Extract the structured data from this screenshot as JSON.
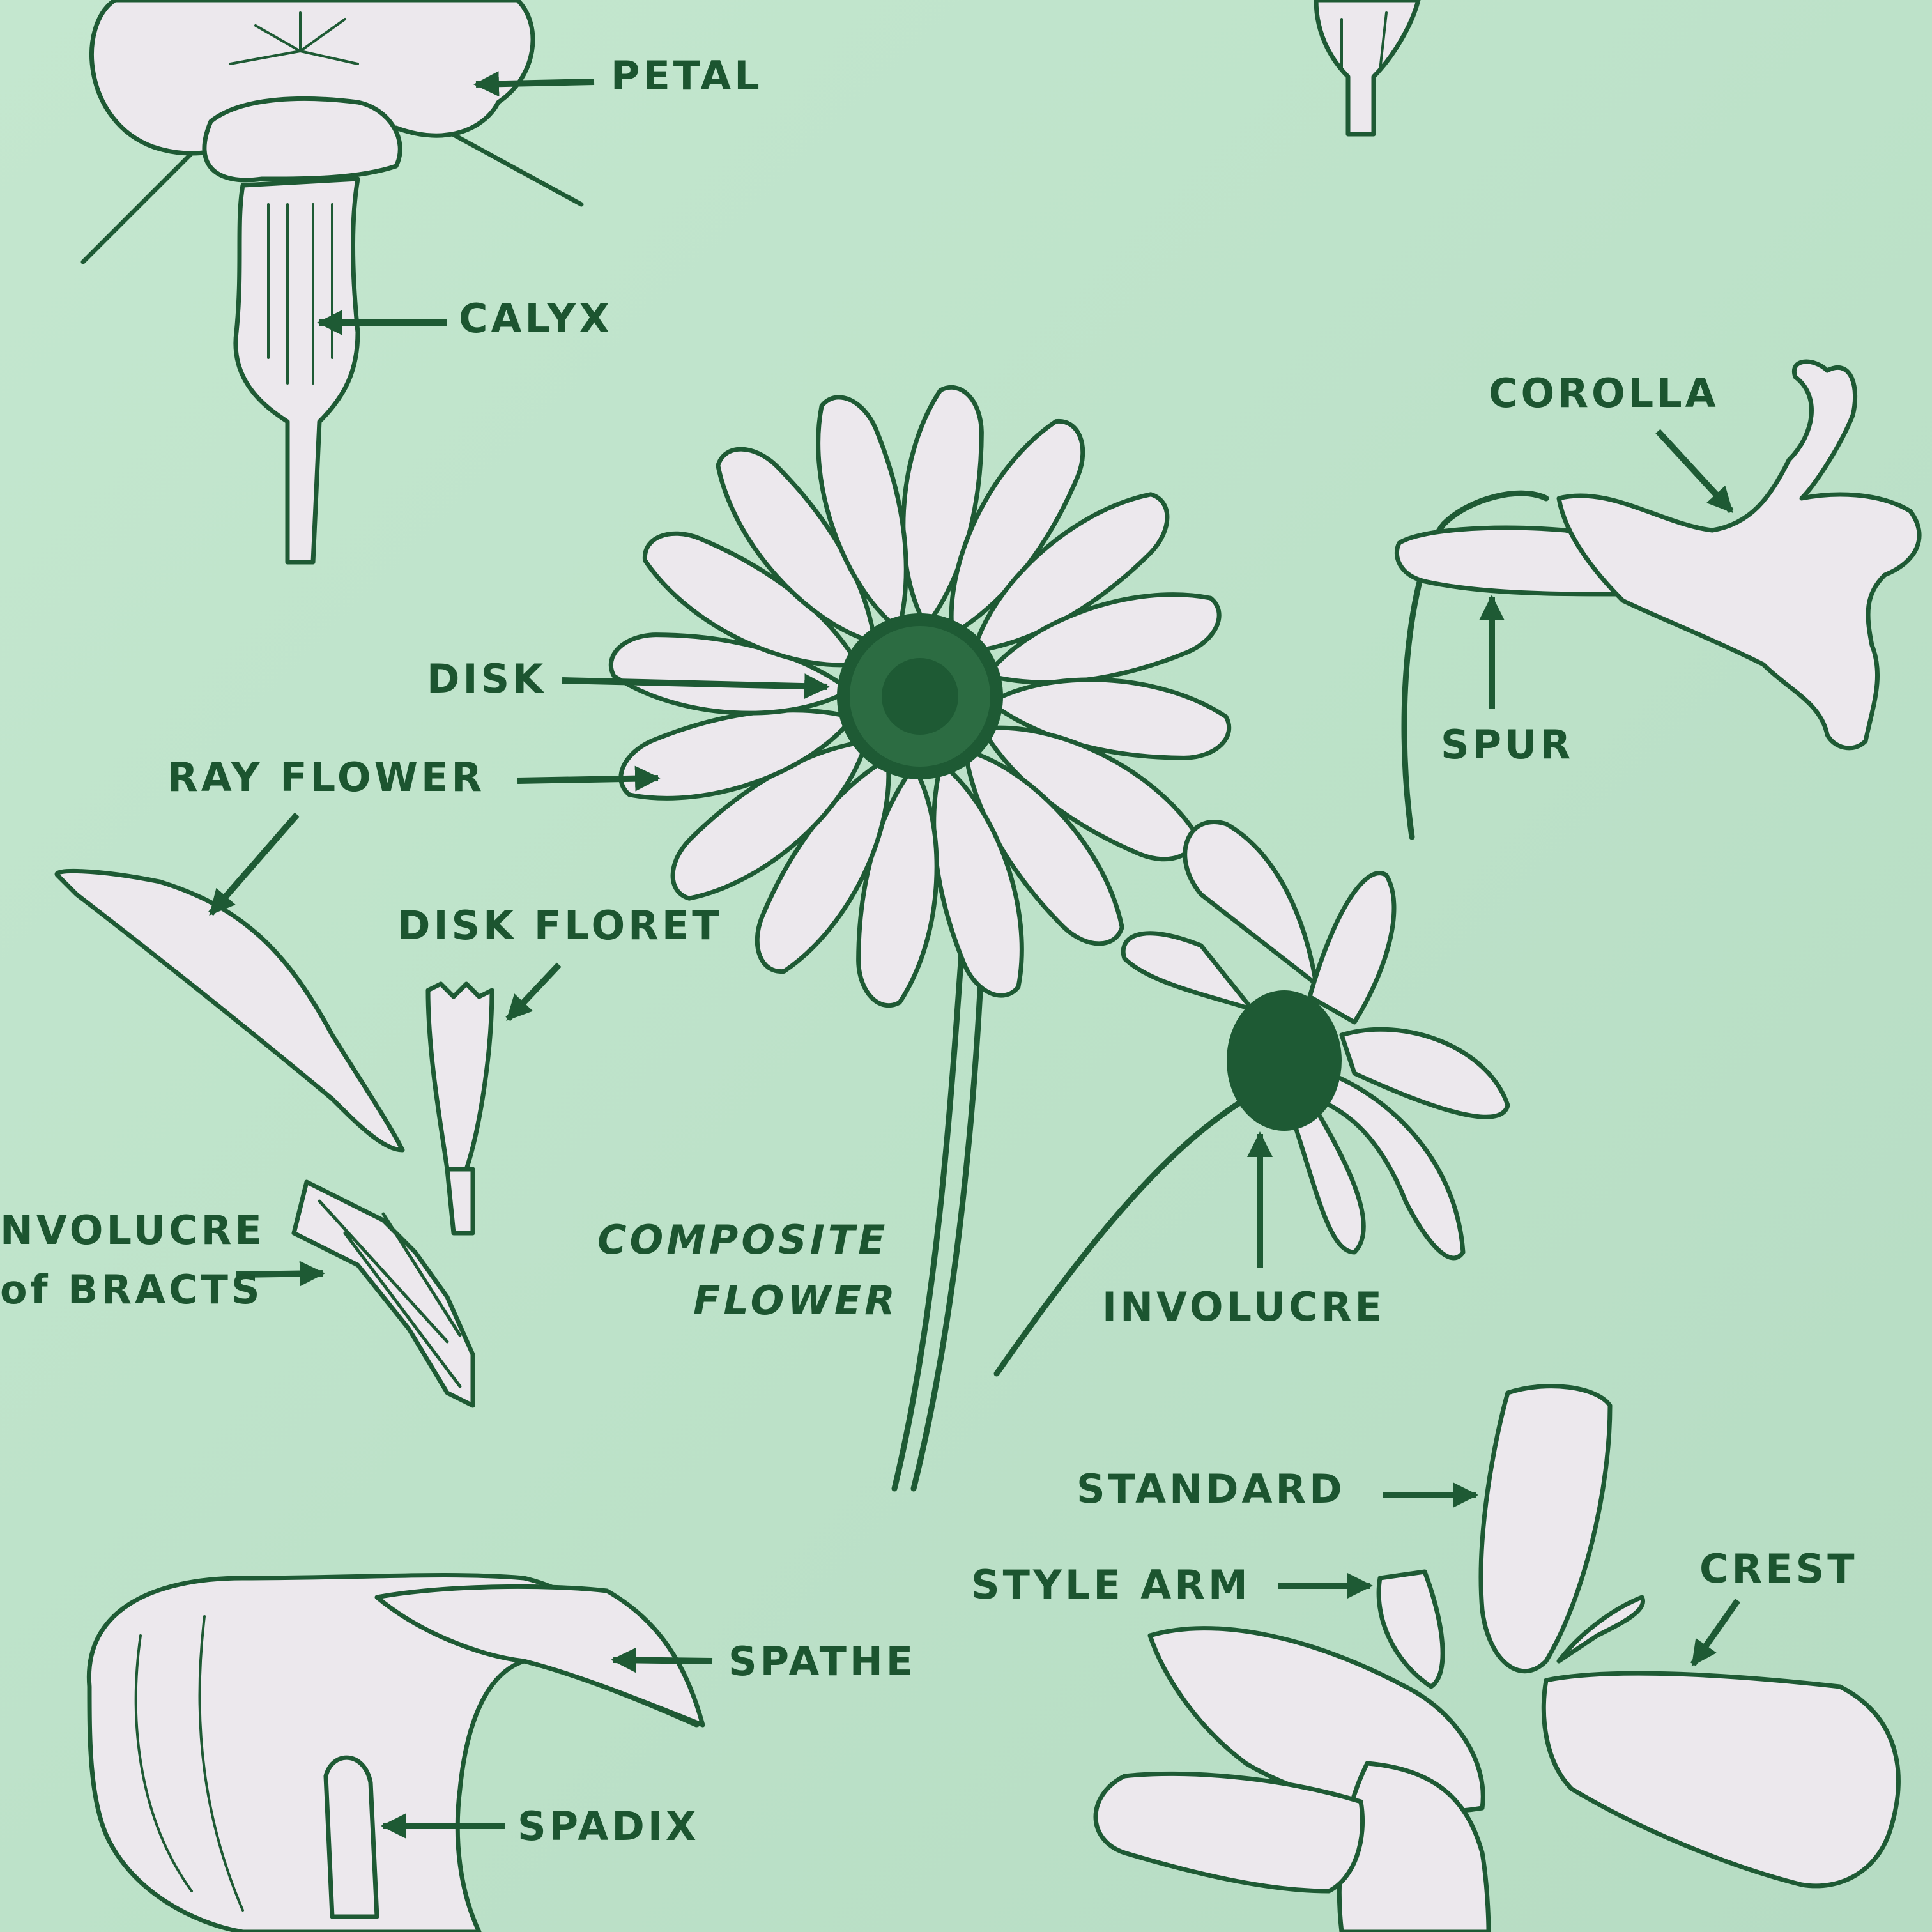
{
  "colors": {
    "background": "#bfe3cb",
    "ink": "#1e5a34",
    "petal": "#ece8ed"
  },
  "labels": {
    "petal": "PETAL",
    "calyx": "CALYX",
    "corolla": "COROLLA",
    "spur": "SPUR",
    "disk": "DISK",
    "ray_flower": "RAY FLOWER",
    "disk_floret": "DISK FLORET",
    "involucre_bracts_line1": "NVOLUCRE",
    "involucre_bracts_line2": "of BRACTS",
    "composite_line1": "COMPOSITE",
    "composite_line2": "FLOWER",
    "involucre": "INVOLUCRE",
    "standard": "STANDARD",
    "style_arm": "STYLE ARM",
    "crest": "CREST",
    "spathe": "SPATHE",
    "spadix": "SPADIX"
  }
}
